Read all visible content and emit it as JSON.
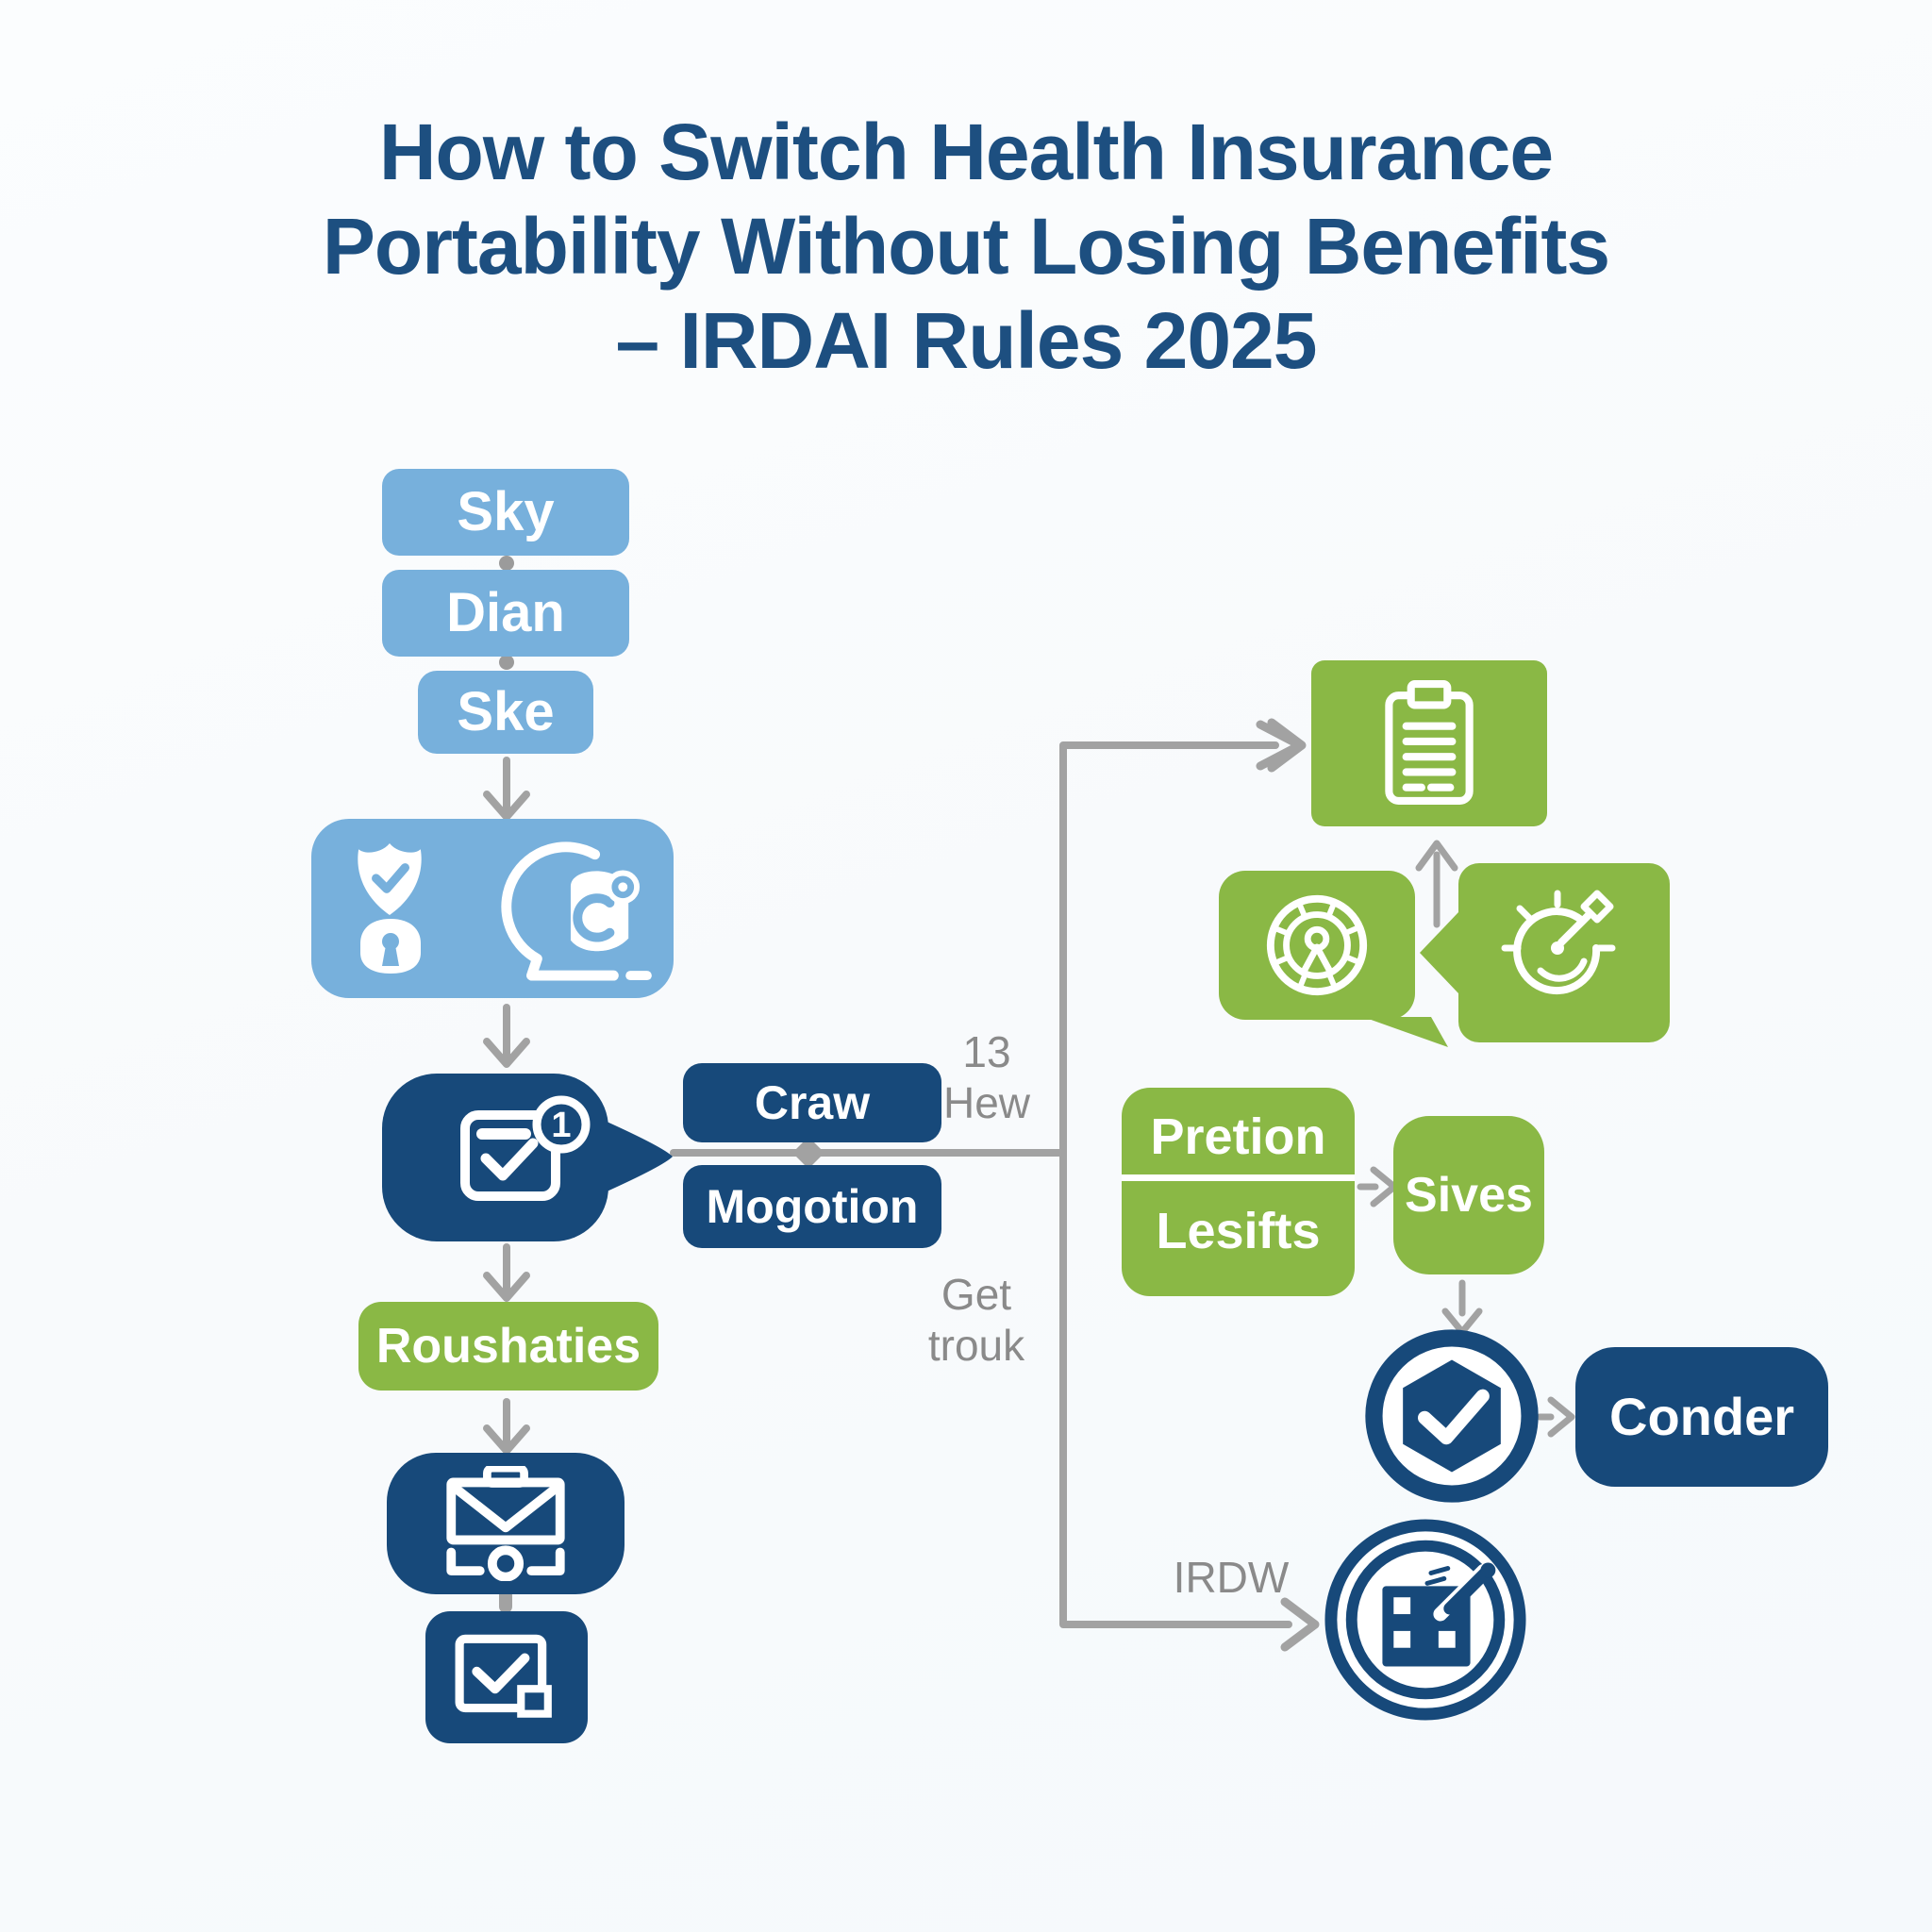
{
  "title": {
    "line1": "How to Switch Health Insurance",
    "line2": "Portability Without Losing Benefits",
    "line3": "– IRDAI Rules 2025"
  },
  "flow_left": {
    "box1": "Sky",
    "box2": "Dian",
    "box3": "Ske",
    "craw": "Craw",
    "mogotion": "Mogotion",
    "roushaties": "Roushaties"
  },
  "flow_right": {
    "pretion_line1": "Pretion",
    "pretion_line2": "Lesifts",
    "sives": "Sives",
    "conder": "Conder"
  },
  "connector_labels": {
    "top_line1": "13",
    "top_line2": "Hew",
    "mid_line1": "Get",
    "mid_line2": "trouk",
    "bottom": "IRDW"
  },
  "icons": {
    "calendar_badge": "1",
    "names": [
      "shield-check-icon",
      "lock-icon",
      "chat-bubble-icon",
      "calendar-check-icon",
      "mail-briefcase-icon",
      "checkbox-icon",
      "clipboard-icon",
      "gauge-person-icon",
      "target-arrow-icon",
      "shield-badge-icon",
      "building-pencil-badge-icon"
    ]
  },
  "colors": {
    "light_blue": "#77b0dc",
    "dark_blue": "#17497a",
    "green": "#8ab845",
    "connector_gray": "#a2a2a2",
    "label_gray": "#8a8a8a",
    "title_blue": "#1d4f80",
    "background": "#fafbfd"
  }
}
